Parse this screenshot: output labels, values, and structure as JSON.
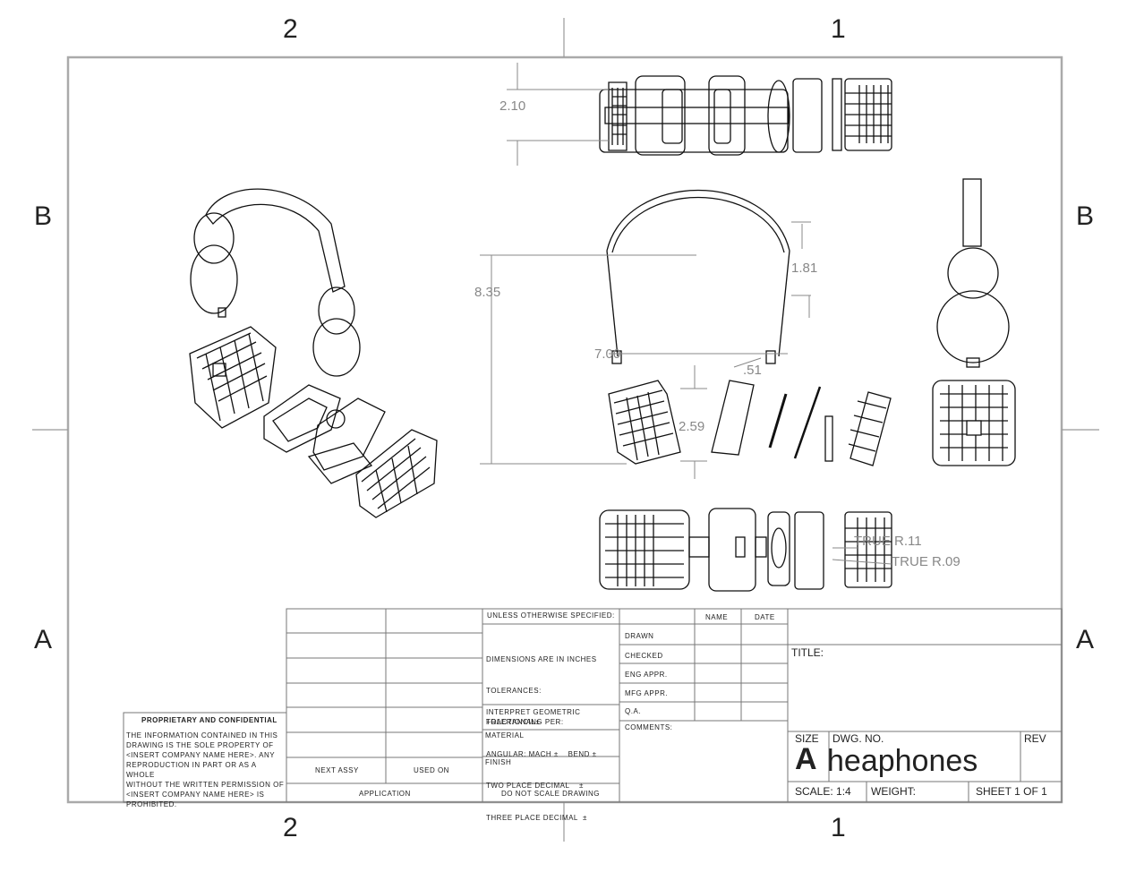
{
  "zones": {
    "top": [
      "2",
      "1"
    ],
    "bottom": [
      "2",
      "1"
    ],
    "left": [
      "B",
      "A"
    ],
    "right": [
      "B",
      "A"
    ]
  },
  "dimensions": {
    "top_height": "2.10",
    "overall_height": "8.35",
    "band_offset": "1.81",
    "band_width": "7.00",
    "cup_angle": ".51",
    "cup_depth": "2.59",
    "radius_1": "TRUE R.11",
    "radius_2": "TRUE R.09"
  },
  "title_block": {
    "proprietary_title": "PROPRIETARY AND CONFIDENTIAL",
    "proprietary_text": [
      "THE INFORMATION CONTAINED IN THIS",
      "DRAWING IS THE SOLE PROPERTY OF",
      "<INSERT COMPANY NAME HERE>. ANY",
      "REPRODUCTION IN PART OR AS A WHOLE",
      "WITHOUT THE WRITTEN PERMISSION OF",
      "<INSERT COMPANY NAME HERE> IS",
      "PROHIBITED."
    ],
    "next_assy": "NEXT ASSY",
    "used_on": "USED ON",
    "application": "APPLICATION",
    "unless": "UNLESS OTHERWISE SPECIFIED:",
    "tolerance_lines": [
      "DIMENSIONS ARE IN INCHES",
      "TOLERANCES:",
      "FRACTIONAL±",
      "ANGULAR: MACH ±    BEND ±",
      "TWO PLACE DECIMAL    ±",
      "THREE PLACE DECIMAL  ±"
    ],
    "interpret": [
      "INTERPRET GEOMETRIC",
      "TOLERANCING PER:"
    ],
    "material": "MATERIAL",
    "finish": "FINISH",
    "do_not_scale": "DO NOT SCALE DRAWING",
    "name_header": "NAME",
    "date_header": "DATE",
    "rows": [
      "DRAWN",
      "CHECKED",
      "ENG APPR.",
      "MFG APPR.",
      "Q.A."
    ],
    "comments": "COMMENTS:",
    "title_label": "TITLE:",
    "size_label": "SIZE",
    "size_value": "A",
    "dwg_no_label": "DWG.  NO.",
    "dwg_no_value": "heaphones",
    "rev_label": "REV",
    "scale": "SCALE: 1:4",
    "weight": "WEIGHT:",
    "sheet": "SHEET 1 OF 1"
  }
}
